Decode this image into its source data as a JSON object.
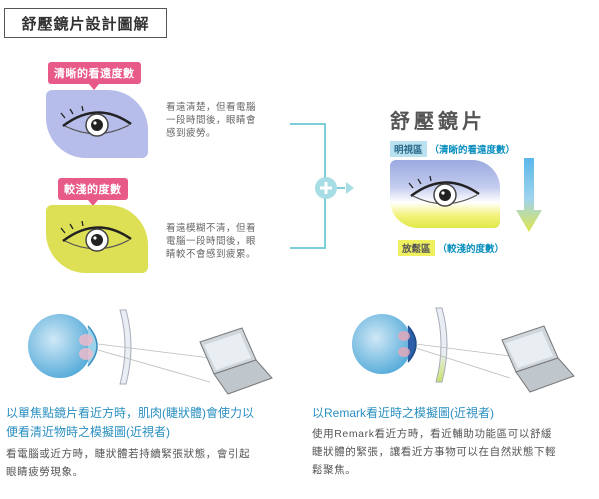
{
  "title": "舒壓鏡片設計圖解",
  "top_lens": {
    "tag": "清晰的看遠度數",
    "desc": [
      "看遠清楚，但看電腦",
      "一段時間後，眼睛會",
      "感到疲勞。"
    ],
    "color": "#b6bdea"
  },
  "bottom_lens": {
    "tag": "較淺的度數",
    "desc": [
      "看遠模糊不清，但看",
      "電腦一段時間後，眼",
      "睛較不會感到疲累。"
    ],
    "color": "#dde055"
  },
  "comfort": {
    "title": "舒壓鏡片",
    "clear_zone_tag": "明視區",
    "clear_zone_label": "（清晰的看遠度數）",
    "relax_zone_tag": "放鬆區",
    "relax_zone_label": "（較淺的度數）"
  },
  "bottom_left": {
    "heading": [
      "以單焦點鏡片看近方時，肌肉(睫狀體)會使力以",
      "便看清近物時之模擬圖(近視者)"
    ],
    "body": [
      "看電腦或近方時，睫狀體若持續緊張狀態，會引起",
      "眼睛疲勞現象。"
    ]
  },
  "bottom_right": {
    "heading": [
      "以Remark看近時之模擬圖(近視者)"
    ],
    "body": [
      "使用Remark看近方時，看近輔助功能區可以舒緩",
      "睫狀體的緊張，讓看近方事物可以在自然狀態下輕",
      "鬆聚焦。"
    ]
  },
  "colors": {
    "pink_tag": "#e85a88",
    "connector": "#7ccfd8",
    "accent_blue": "#2a8fc0",
    "arrow_blue": "#5bb7e8"
  }
}
